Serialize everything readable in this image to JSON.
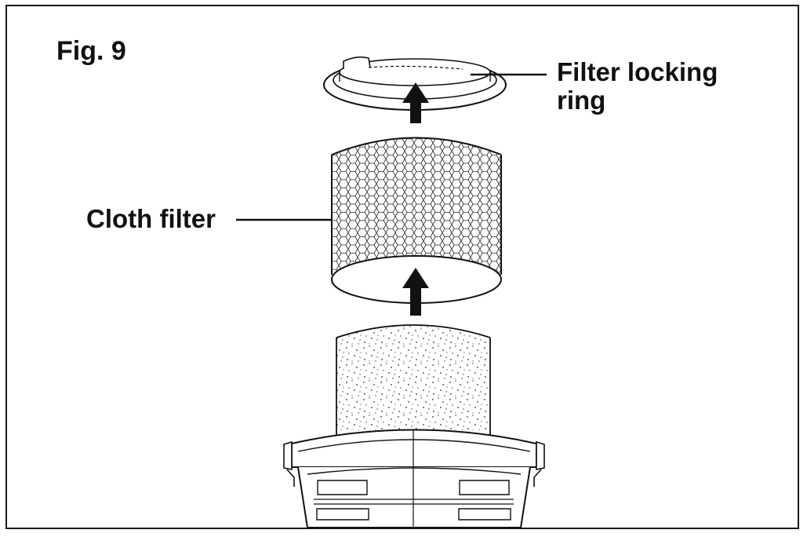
{
  "figure": {
    "label": "Fig. 9"
  },
  "callouts": {
    "filter_locking_ring": {
      "line1": "Filter locking",
      "line2": "ring"
    },
    "cloth_filter": "Cloth filter"
  },
  "colors": {
    "ink": "#111111",
    "background": "#ffffff"
  },
  "icons": {
    "up_arrow_top": "up-arrow",
    "up_arrow_bottom": "up-arrow"
  }
}
